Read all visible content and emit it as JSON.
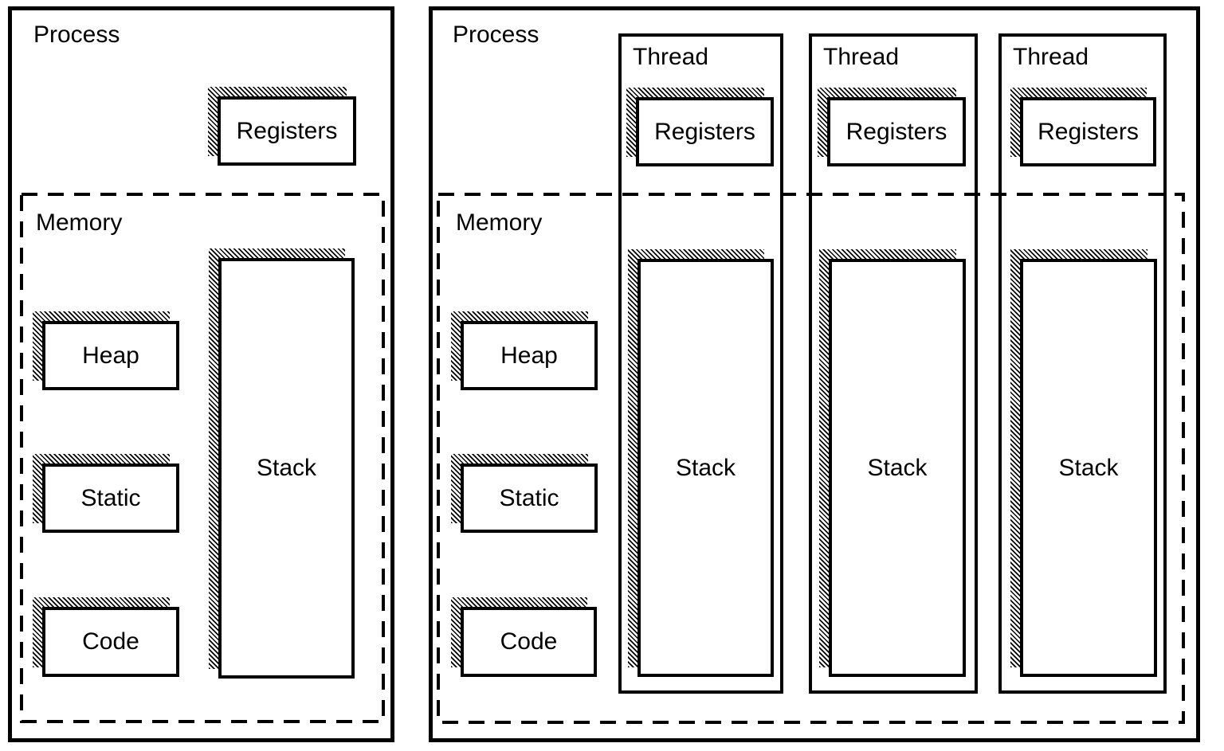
{
  "colors": {
    "line": "#000000",
    "background": "#ffffff",
    "box_fill": "#ffffff",
    "shadow_pattern": "diagonal-hatch"
  },
  "left_panel": {
    "process_label": "Process",
    "memory_label": "Memory",
    "registers_label": "Registers",
    "stack_label": "Stack",
    "heap_label": "Heap",
    "static_label": "Static",
    "code_label": "Code"
  },
  "right_panel": {
    "process_label": "Process",
    "memory_label": "Memory",
    "heap_label": "Heap",
    "static_label": "Static",
    "code_label": "Code",
    "threads": [
      {
        "label": "Thread",
        "registers_label": "Registers",
        "stack_label": "Stack"
      },
      {
        "label": "Thread",
        "registers_label": "Registers",
        "stack_label": "Stack"
      },
      {
        "label": "Thread",
        "registers_label": "Registers",
        "stack_label": "Stack"
      }
    ]
  }
}
